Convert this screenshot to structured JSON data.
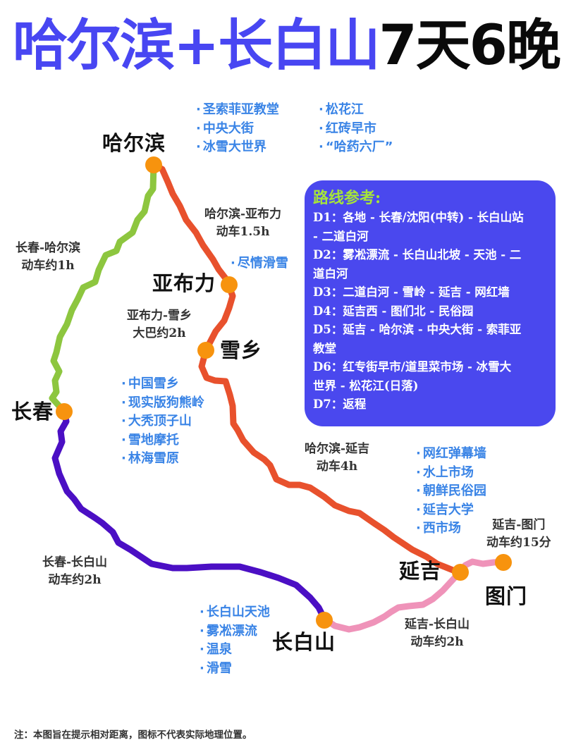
{
  "title": {
    "part1": "哈尔滨+长白山",
    "part2": "7天6晚"
  },
  "colors": {
    "title_blue": "#4846f2",
    "route_green": "#8dc63f",
    "route_red": "#e8512d",
    "route_purple": "#4b0fc4",
    "route_pink": "#ef93b9",
    "node_orange": "#f7930e",
    "attraction_blue": "#3a84e6",
    "panel_bg": "#4a48ee",
    "panel_title": "#a6e43a"
  },
  "cities": [
    {
      "name": "哈尔滨"
    },
    {
      "name": "亚布力"
    },
    {
      "name": "雪乡"
    },
    {
      "name": "长春"
    },
    {
      "name": "长白山"
    },
    {
      "name": "延吉"
    },
    {
      "name": "图门"
    }
  ],
  "segments": [
    {
      "line1": "哈尔滨-亚布力",
      "line2": "动车1.5h"
    },
    {
      "line1": "长春-哈尔滨",
      "line2": "动车约1h"
    },
    {
      "line1": "亚布力-雪乡",
      "line2": "大巴约2h"
    },
    {
      "line1": "哈尔滨-延吉",
      "line2": "动车4h"
    },
    {
      "line1": "延吉-图门",
      "line2": "动车约15分"
    },
    {
      "line1": "长春-长白山",
      "line2": "动车约2h"
    },
    {
      "line1": "延吉-长白山",
      "line2": "动车约2h"
    }
  ],
  "attractions": {
    "harbin_col1": [
      "圣索菲亚教堂",
      "中央大街",
      "冰雪大世界"
    ],
    "harbin_col2": [
      "松花江",
      "红砖早市",
      "“哈药六厂”"
    ],
    "yabuli": [
      "尽情滑雪"
    ],
    "xuexiang": [
      "中国雪乡",
      "现实版狗熊岭",
      "大秃顶子山",
      "雪地摩托",
      "林海雪原"
    ],
    "yanji": [
      "网红弹幕墙",
      "水上市场",
      "朝鲜民俗园",
      "延吉大学",
      "西市场"
    ],
    "changbaishan": [
      "长白山天池",
      "雾凇漂流",
      "温泉",
      "滑雪"
    ]
  },
  "route_panel": {
    "title": "路线参考:",
    "lines": [
      "D1：各地 - 长春/沈阳(中转) - 长白山站",
      "- 二道白河",
      "D2：雾凇漂流 - 长白山北坡 - 天池 - 二",
      "道白河",
      "D3：二道白河 - 雪岭 - 延吉 - 网红墙",
      "D4：延吉西 - 图们北 - 民俗园",
      "D5：延吉 - 哈尔滨 - 中央大街 - 索菲亚",
      "教堂",
      "D6：红专街早市/道里菜市场 - 冰雪大",
      "世界 - 松花江(日落)",
      "D7：返程"
    ]
  },
  "note": "注：本图旨在提示相对距离，图标不代表实际地理位置。"
}
